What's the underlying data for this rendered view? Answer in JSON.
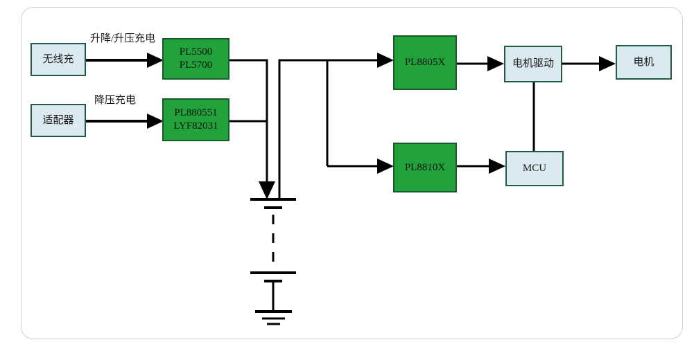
{
  "diagram": {
    "title": "Power and motor drive block diagram",
    "frame": {
      "name": "outer-frame"
    },
    "colors": {
      "block_green_fill": "#21a23a",
      "block_green_border": "#17592c",
      "block_blue_fill": "#dbe9f1",
      "block_blue_border": "#1f5b43",
      "wire": "#000000",
      "frame_border": "#cfcfcf",
      "background": "#ffffff"
    },
    "blocks": [
      {
        "id": "wireless-charger",
        "name": "无线充",
        "style": "blue",
        "line1": "无线充",
        "line2": ""
      },
      {
        "id": "adapter",
        "name": "适配器",
        "style": "blue",
        "line1": "适配器",
        "line2": ""
      },
      {
        "id": "pl5500-pl5700",
        "name": "PL5500/PL5700",
        "style": "green",
        "line1": "PL5500",
        "line2": "PL5700"
      },
      {
        "id": "pl880551-lyf82031",
        "name": "PL880551/LYF82031",
        "style": "green",
        "line1": "PL880551",
        "line2": "LYF82031"
      },
      {
        "id": "pl8805x",
        "name": "PL8805X",
        "style": "green",
        "line1": "PL8805X",
        "line2": ""
      },
      {
        "id": "pl8810x",
        "name": "PL8810X",
        "style": "green",
        "line1": "PL8810X",
        "line2": ""
      },
      {
        "id": "motor-driver",
        "name": "电机驱动",
        "style": "blue",
        "line1": "电机驱动",
        "line2": ""
      },
      {
        "id": "mcu",
        "name": "MCU",
        "style": "blue",
        "line1": "MCU",
        "line2": ""
      },
      {
        "id": "motor",
        "name": "电机",
        "style": "blue",
        "line1": "电机",
        "line2": ""
      }
    ],
    "edge_labels": [
      {
        "id": "buck-boost-charge",
        "text": "升降/升压充电"
      },
      {
        "id": "buck-charge",
        "text": "降压充电"
      }
    ],
    "symbols": [
      {
        "id": "battery-stack",
        "name": "battery-symbol"
      },
      {
        "id": "ground",
        "name": "ground-symbol"
      }
    ]
  }
}
